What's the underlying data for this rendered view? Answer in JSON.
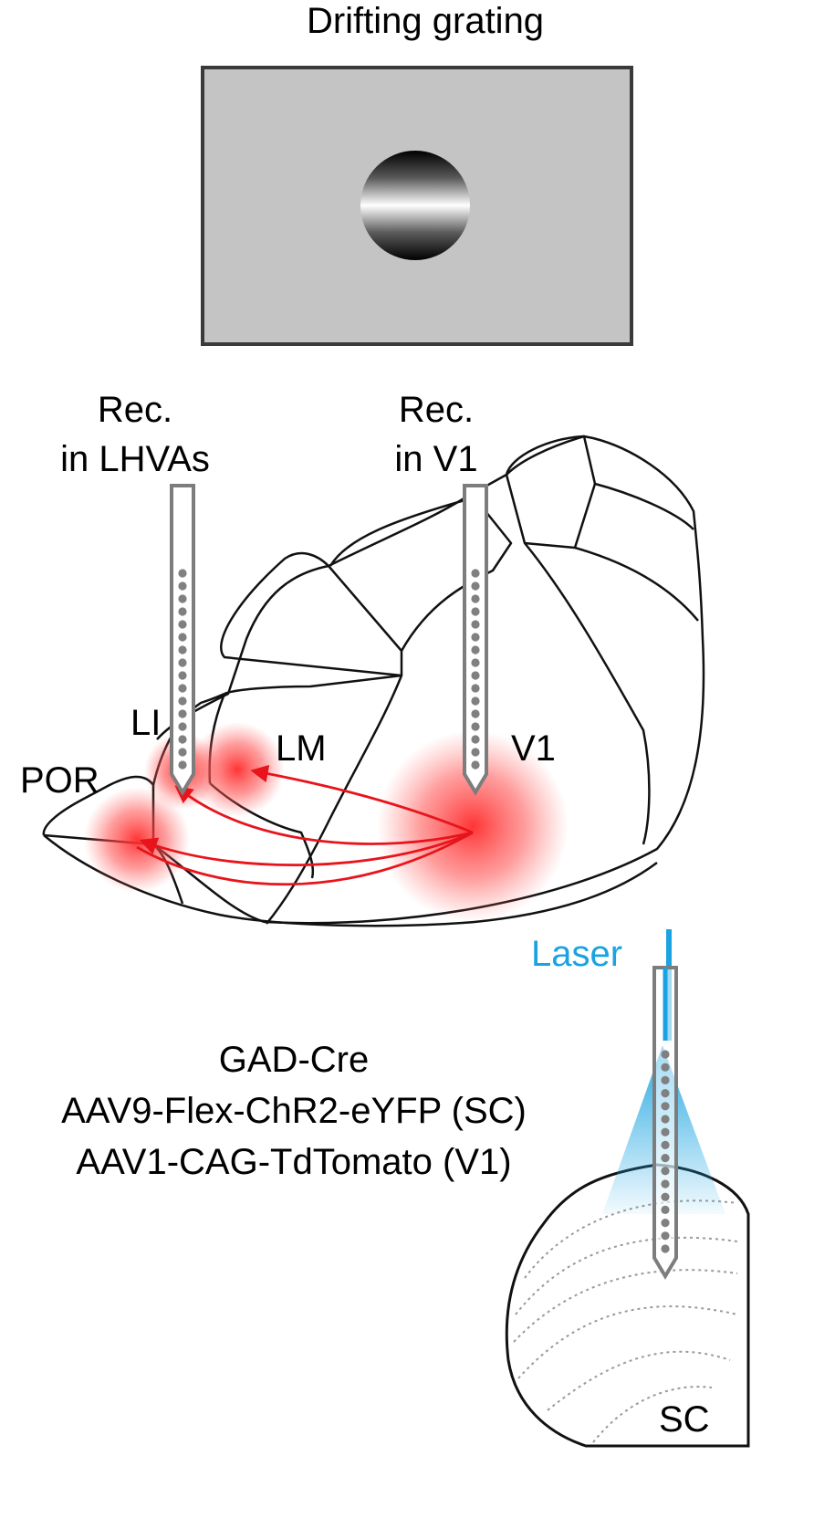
{
  "stimulus": {
    "title": "Drifting grating"
  },
  "recordings": {
    "lhva_line1": "Rec.",
    "lhva_line2": "in LHVAs",
    "v1_line1": "Rec.",
    "v1_line2": "in V1"
  },
  "areas": {
    "li": "LI",
    "lm": "LM",
    "por": "POR",
    "v1": "V1"
  },
  "laser": {
    "label": "Laser",
    "color": "#1aa3e0"
  },
  "constructs": {
    "line1": "GAD-Cre",
    "line2": "AAV9-Flex-ChR2-eYFP (SC)",
    "line3": "AAV1-CAG-TdTomato (V1)"
  },
  "sc": {
    "label": "SC"
  },
  "colors": {
    "projection": "#e8141c",
    "probe": "#7d7d7d",
    "screen": "#c4c4c4"
  },
  "icons": [
    "recording-probe-icon",
    "grating-patch-icon",
    "laser-fiber-icon"
  ]
}
